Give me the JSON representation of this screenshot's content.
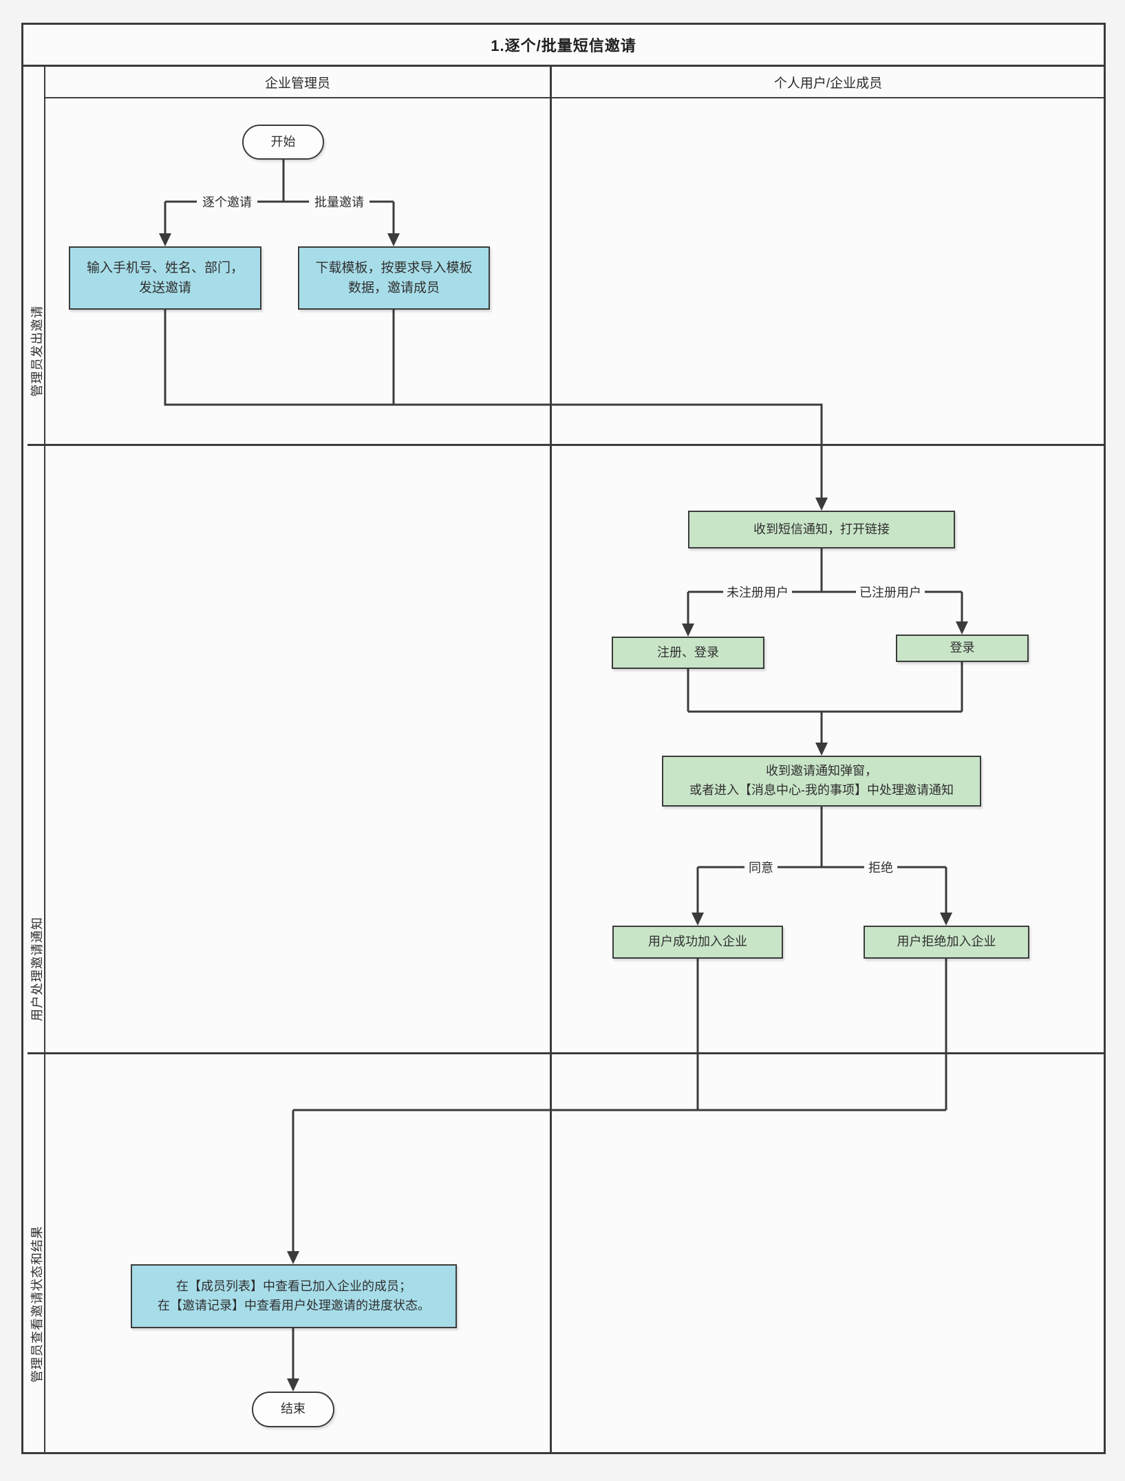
{
  "page": {
    "background_color": "#f4f4f4",
    "surface_color": "#fbfbfb"
  },
  "diagram": {
    "title": "1.逐个/批量短信邀请",
    "columns": [
      {
        "label": "企业管理员"
      },
      {
        "label": "个人用户/企业成员"
      }
    ],
    "lanes": [
      {
        "label": "管理员发出邀请"
      },
      {
        "label": "用户处理邀请通知"
      },
      {
        "label": "管理员查看邀请状态和结果"
      }
    ],
    "colors": {
      "task_blue": "#a7dde9",
      "task_green": "#c9e5c8",
      "terminator_fill": "#fdfdfd",
      "line": "#3b3b3b"
    },
    "nodes": {
      "start": {
        "label": "开始"
      },
      "invite_single": {
        "lines": [
          "输入手机号、姓名、部门，",
          "发送邀请"
        ]
      },
      "invite_batch": {
        "lines": [
          "下载模板，按要求导入模板",
          "数据，邀请成员"
        ]
      },
      "receive_sms": {
        "label": "收到短信通知，打开链接"
      },
      "register_login": {
        "label": "注册、登录"
      },
      "login": {
        "label": "登录"
      },
      "invite_notice": {
        "lines": [
          "收到邀请通知弹窗，",
          "或者进入【消息中心-我的事项】中处理邀请通知"
        ]
      },
      "join_success": {
        "label": "用户成功加入企业"
      },
      "join_reject": {
        "label": "用户拒绝加入企业"
      },
      "view_result": {
        "lines": [
          "在【成员列表】中查看已加入企业的成员；",
          "在【邀请记录】中查看用户处理邀请的进度状态。"
        ]
      },
      "end": {
        "label": "结束"
      }
    },
    "edge_labels": {
      "single": "逐个邀请",
      "batch": "批量邀请",
      "unregistered": "未注册用户",
      "registered": "已注册用户",
      "agree": "同意",
      "reject": "拒绝"
    }
  }
}
